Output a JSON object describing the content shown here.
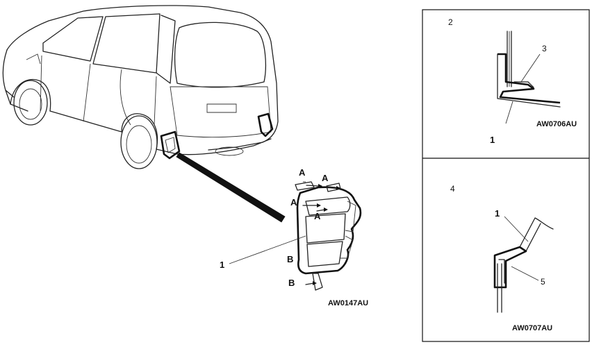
{
  "main_figure": {
    "code": "AW0147AU",
    "part_label": "1",
    "section_labels": [
      "A",
      "A",
      "A",
      "A",
      "B",
      "B"
    ]
  },
  "detail_a": {
    "panel_number": "2",
    "labels": [
      "3",
      "1"
    ],
    "code": "AW0706AU"
  },
  "detail_b": {
    "panel_number": "4",
    "labels": [
      "1",
      "5"
    ],
    "code": "AW0707AU"
  },
  "colors": {
    "line": "#222222",
    "background": "#ffffff"
  }
}
